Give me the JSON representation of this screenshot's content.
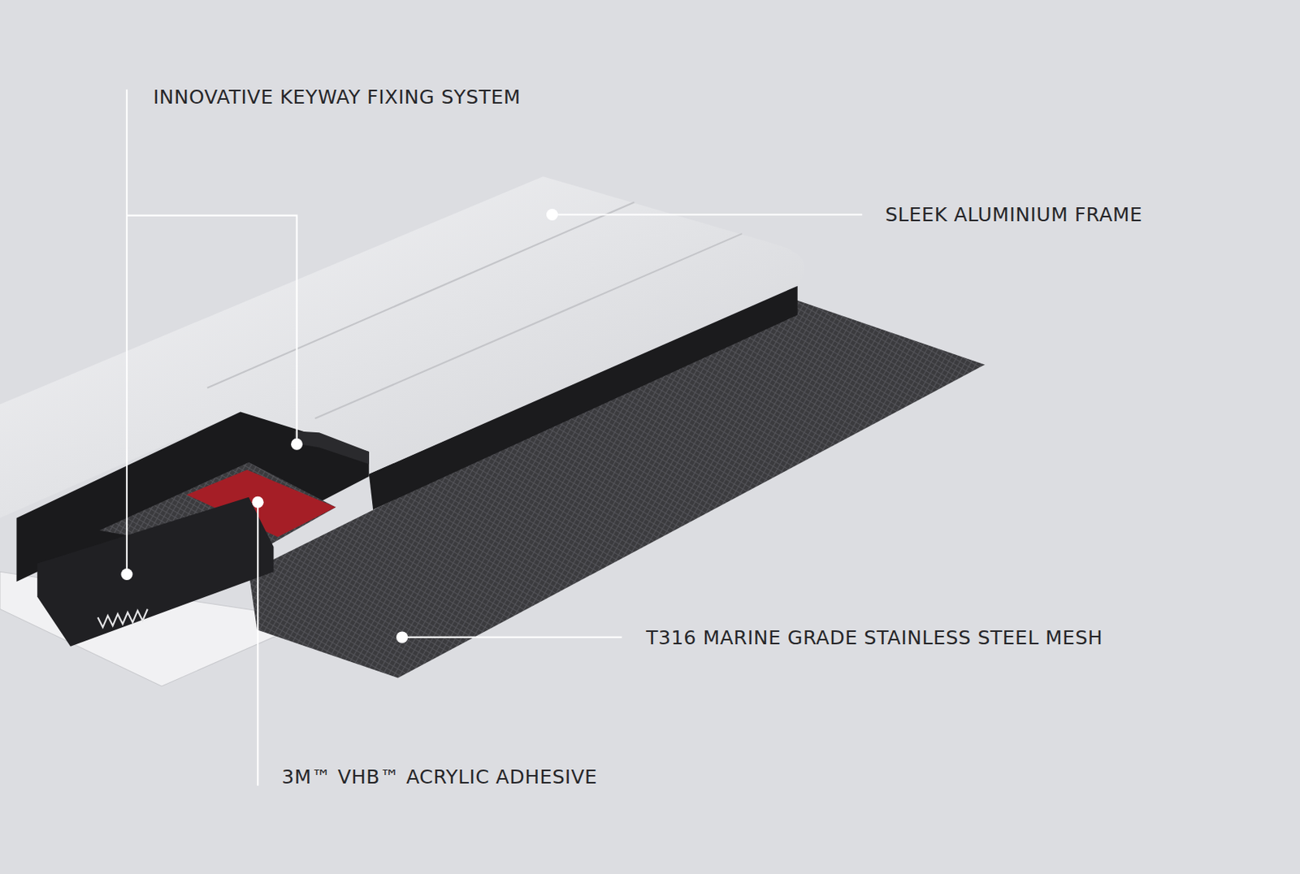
{
  "diagram": {
    "labels": [
      "INNOVATIVE KEYWAY FIXING SYSTEM",
      "SLEEK ALUMINIUM FRAME",
      "T316 MARINE GRADE STAINLESS STEEL MESH",
      "3M™ VHB™ ACRYLIC ADHESIVE"
    ]
  }
}
